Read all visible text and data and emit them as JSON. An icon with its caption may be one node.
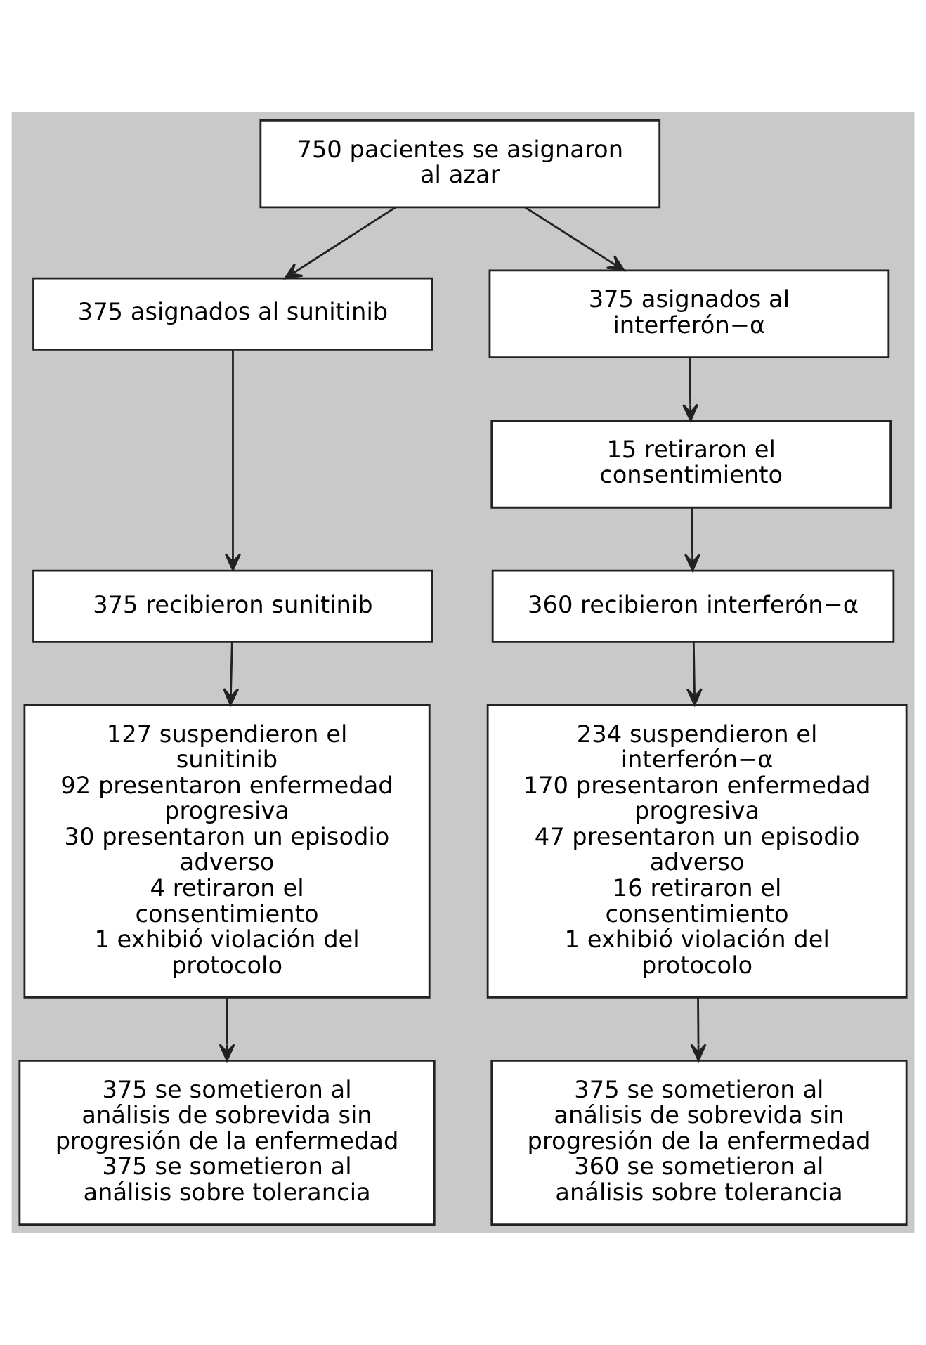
{
  "diagram": {
    "nodes": [
      {
        "text": [
          "750 pacientes se asignaron al azar"
        ]
      },
      {
        "text": [
          "375 asignados al sunitinib"
        ]
      },
      {
        "text": [
          "375 asignados al interferón−α"
        ]
      },
      {
        "text": [
          "15 retiraron el consentimiento"
        ]
      },
      {
        "text": [
          "375 recibieron sunitinib"
        ]
      },
      {
        "text": [
          "360 recibieron interferón−α"
        ]
      },
      {
        "text": [
          "127 suspendieron el sunitinib",
          "92 presentaron enfermedad progresiva",
          "30 presentaron un episodio adverso",
          "4 retiraron el consentimiento",
          "1 exhibió violación del protocolo"
        ]
      },
      {
        "text": [
          "234 suspendieron el interferón−α",
          "170 presentaron enfermedad progresiva",
          "47 presentaron un episodio adverso",
          "16 retiraron el consentimiento",
          "1 exhibió violación del protocolo"
        ]
      },
      {
        "text": [
          "375 se sometieron al análisis de sobrevida sin progresión de la enfermedad",
          "375 se sometieron al análisis sobre tolerancia"
        ]
      },
      {
        "text": [
          "375 se sometieron al análisis de sobrevida sin progresión de la enfermedad",
          "360 se sometieron al análisis sobre tolerancia"
        ]
      }
    ],
    "edges": [
      {
        "from": 0,
        "to": 1,
        "arrow": "to"
      },
      {
        "from": 0,
        "to": 2,
        "arrow": "to"
      },
      {
        "from": 1,
        "to": 4,
        "arrow": "to"
      },
      {
        "from": 2,
        "to": 3,
        "arrow": "to"
      },
      {
        "from": 3,
        "to": 5,
        "arrow": "to"
      },
      {
        "from": 4,
        "to": 6,
        "arrow": "to"
      },
      {
        "from": 5,
        "to": 7,
        "arrow": "to"
      },
      {
        "from": 6,
        "to": 8,
        "arrow": "to"
      },
      {
        "from": 7,
        "to": 9,
        "arrow": "to"
      }
    ]
  }
}
